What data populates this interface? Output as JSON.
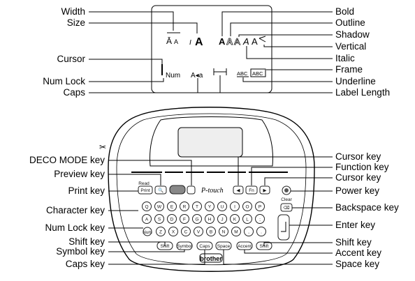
{
  "labels": {
    "left_top": [
      "Width",
      "Size",
      "Cursor",
      "Num Lock",
      "Caps"
    ],
    "right_top": [
      "Bold",
      "Outline",
      "Shadow",
      "Vertical",
      "Italic",
      "Frame",
      "Underline",
      "Label Length"
    ],
    "left_bottom": [
      "DECO MODE key",
      "Preview key",
      "Print key",
      "Character key",
      "Num Lock key",
      "Shift key",
      "Symbol key",
      "Caps key"
    ],
    "right_bottom": [
      "Cursor key",
      "Function key",
      "Cursor key",
      "Power key",
      "Backspace key",
      "Enter key",
      "Shift key",
      "Accent key",
      "Space key"
    ]
  },
  "lcd": {
    "num": "Num",
    "caps": "A◂a",
    "frame_abc": "ABC",
    "underline_abc": "ABC"
  },
  "device": {
    "brand": "brother",
    "script_logo": "P-touch",
    "keys": {
      "row1": [
        "Q",
        "W",
        "E",
        "R",
        "T",
        "Y",
        "U",
        "I",
        "O",
        "P"
      ],
      "row2": [
        "A",
        "S",
        "D",
        "F",
        "G",
        "H",
        "J",
        "K",
        "L",
        ";"
      ],
      "row3": [
        "Z",
        "X",
        "C",
        "V",
        "B",
        "N",
        "M",
        ",",
        "."
      ],
      "bottom": [
        "Shift",
        "Symbol",
        "Caps",
        "Space",
        "Accent",
        "Shift"
      ],
      "print": "Print",
      "preview_top": "Read",
      "fn": "Fn",
      "clear": "Clear",
      "numlock": "Num"
    }
  }
}
